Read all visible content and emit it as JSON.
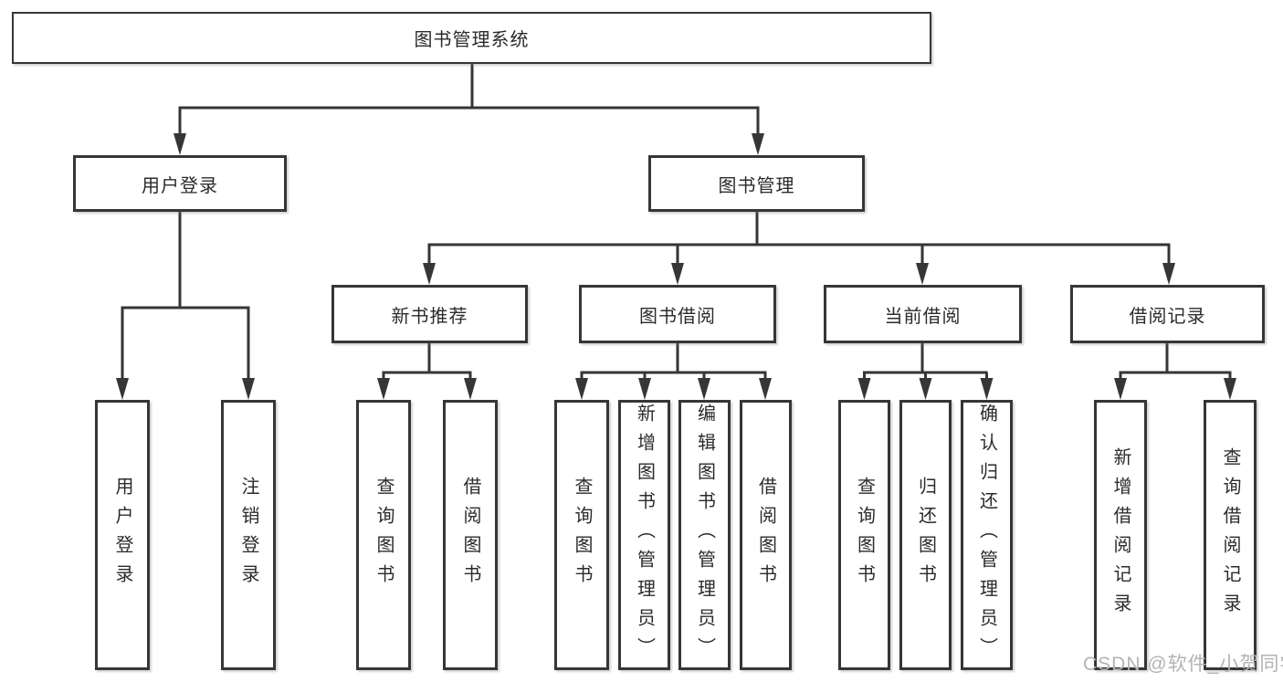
{
  "page": {
    "watermark": "CSDN @软件_小贺同学"
  },
  "colors": {
    "line": "#363636",
    "text": "#2b2b2b",
    "watermark": "#b3b3b3",
    "background": "#ffffff"
  },
  "tree": {
    "root": {
      "label": "图书管理系统",
      "children": {
        "user_login": {
          "label": "用户登录",
          "children": {
            "login": {
              "label": "用户登录"
            },
            "logout": {
              "label": "注销登录"
            }
          }
        },
        "book_mgmt": {
          "label": "图书管理",
          "children": {
            "new_books": {
              "label": "新书推荐",
              "children": {
                "query_books": {
                  "label": "查询图书"
                },
                "borrow_books": {
                  "label": "借阅图书"
                }
              }
            },
            "book_borrow": {
              "label": "图书借阅",
              "children": {
                "query_books": {
                  "label": "查询图书"
                },
                "add_books": {
                  "label": "新增图书（管理员）"
                },
                "edit_books": {
                  "label": "编辑图书（管理员）"
                },
                "borrow_books": {
                  "label": "借阅图书"
                }
              }
            },
            "current_borrow": {
              "label": "当前借阅",
              "children": {
                "query_books": {
                  "label": "查询图书"
                },
                "return_books": {
                  "label": "归还图书"
                },
                "confirm_return": {
                  "label": "确认归还（管理员）"
                }
              }
            },
            "borrow_records": {
              "label": "借阅记录",
              "children": {
                "add_record": {
                  "label": "新增借阅记录"
                },
                "query_record": {
                  "label": "查询借阅记录"
                }
              }
            }
          }
        }
      }
    }
  }
}
